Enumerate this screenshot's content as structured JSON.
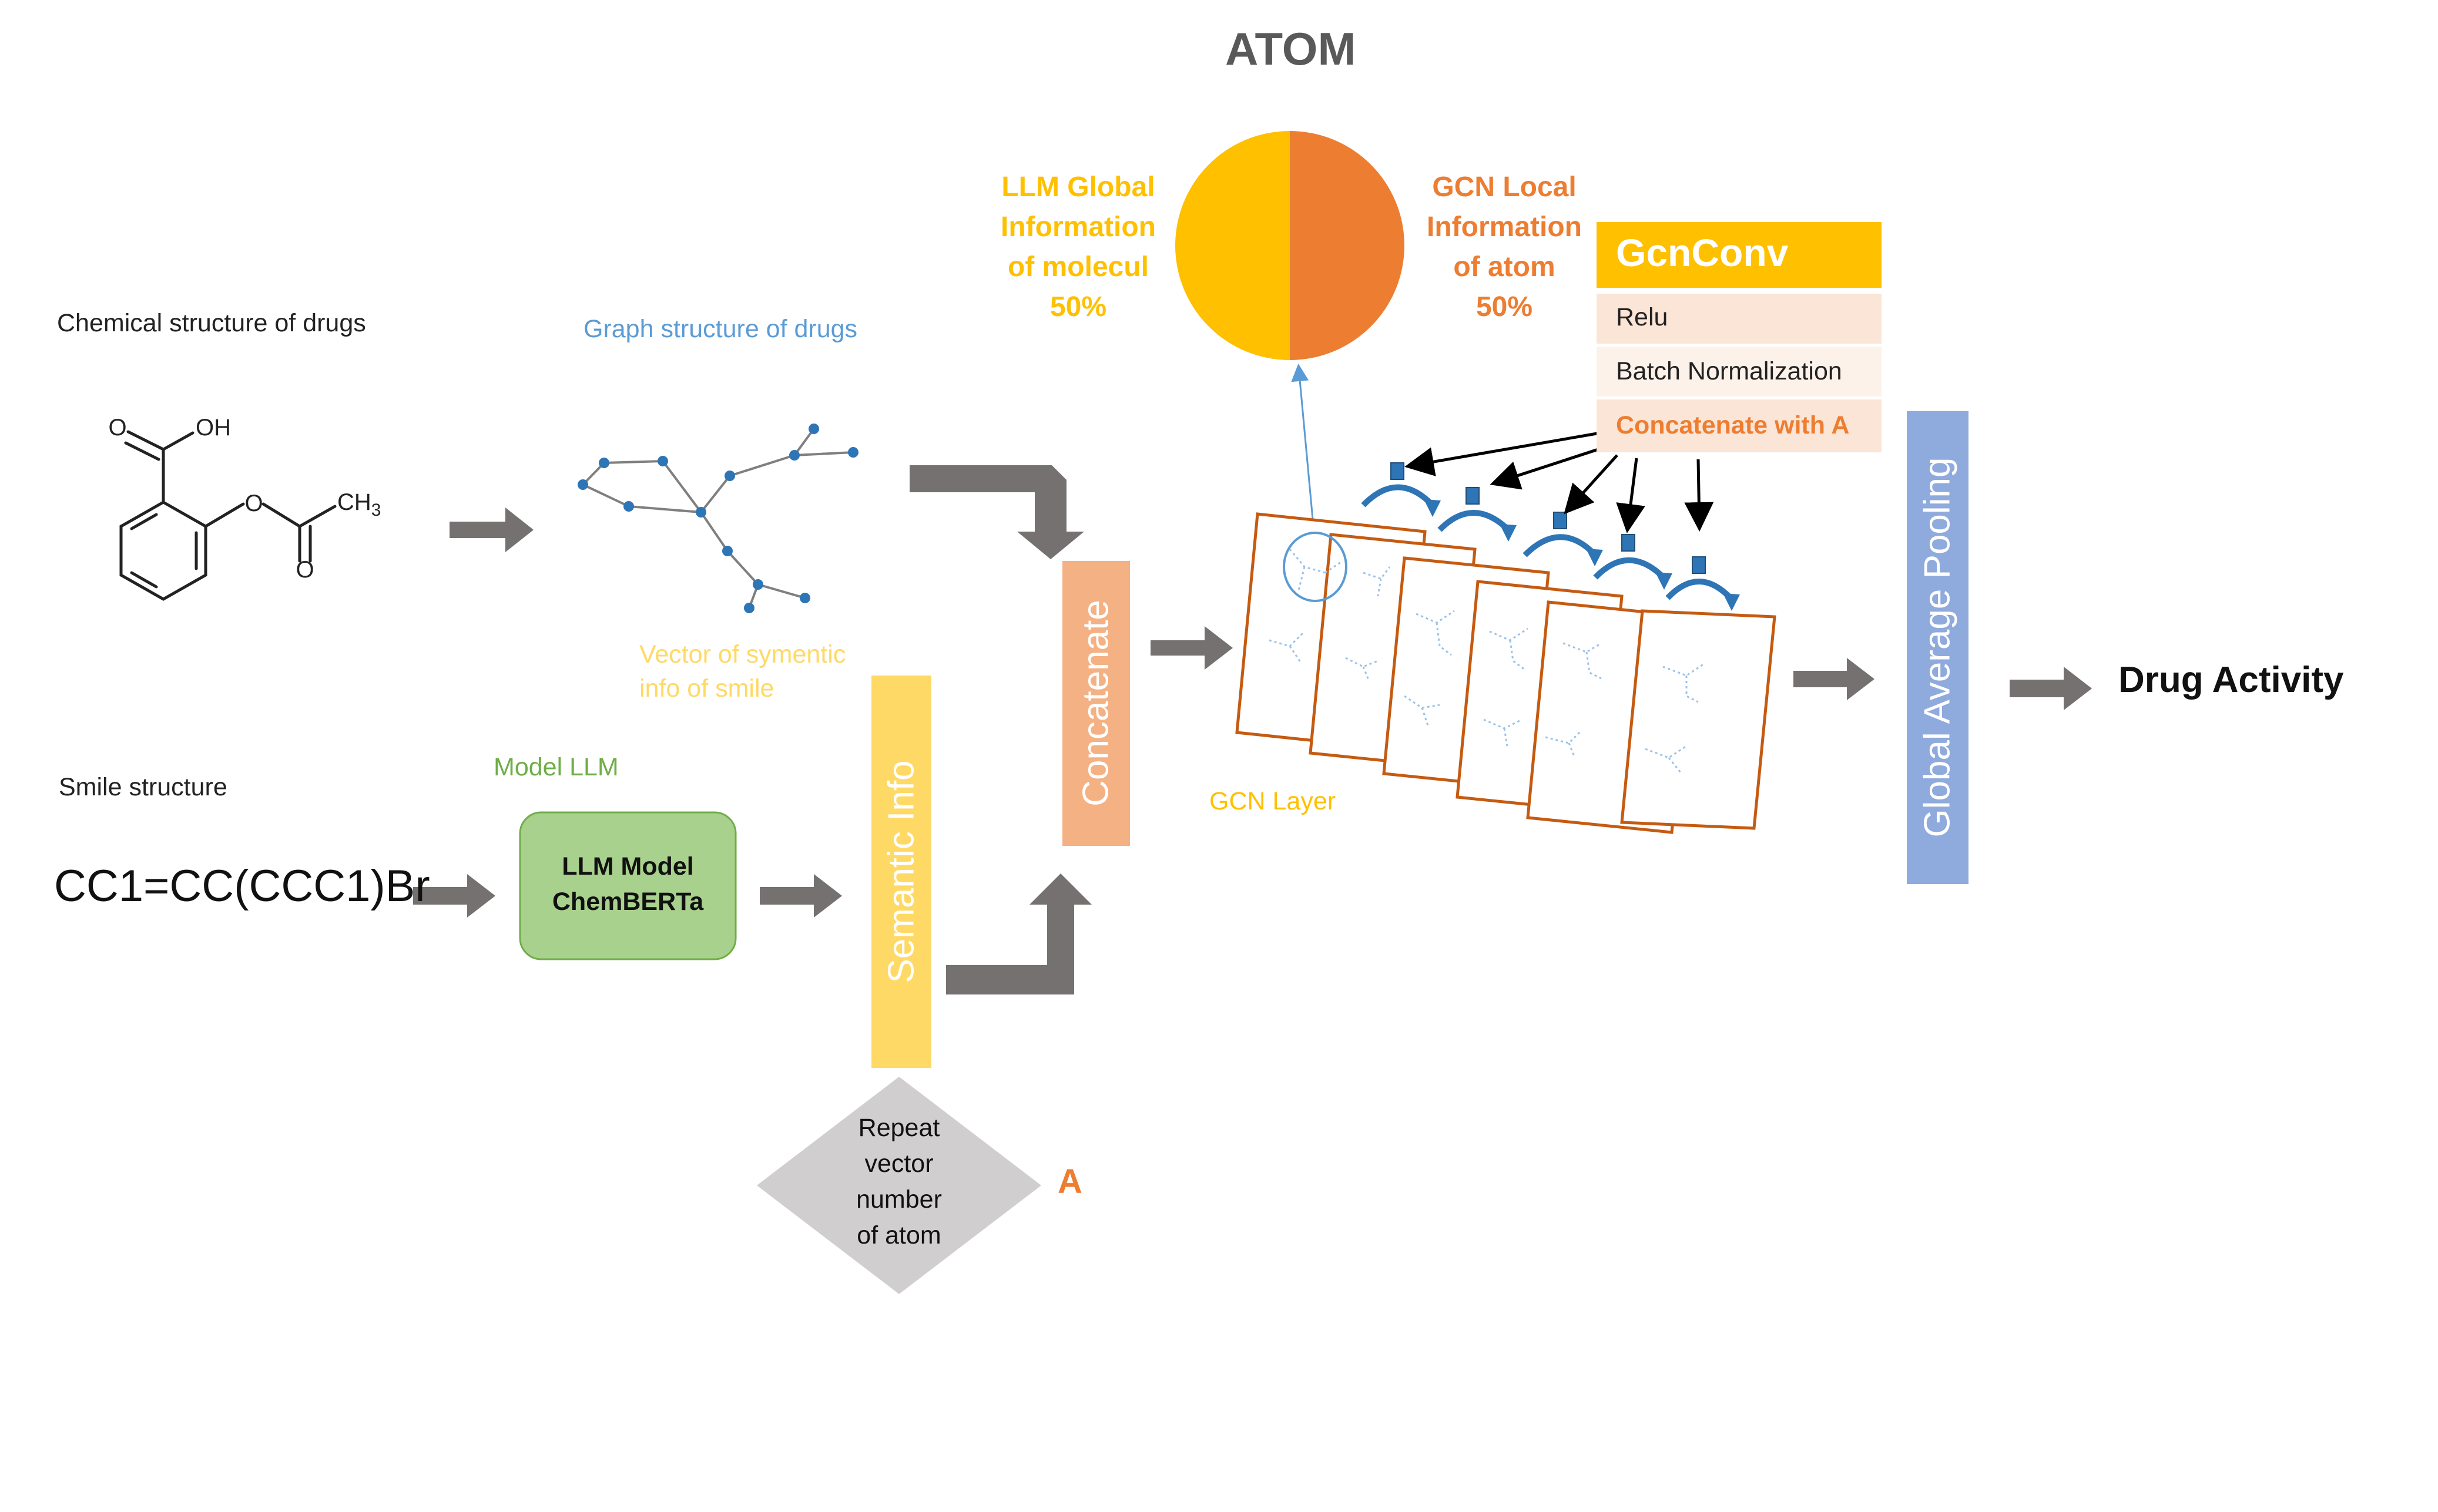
{
  "title": "ATOM",
  "left": {
    "chem_label": "Chemical structure of drugs",
    "graph_label": "Graph structure of drugs",
    "smile_label": "Smile structure",
    "smile_string": "CC1=CC(CCC1)Br",
    "model_label": "Model LLM",
    "vector_label": "Vector of symentic\ninfo of smile",
    "molecule": {
      "o1": "O",
      "oh": "OH",
      "o2": "O",
      "ch": "CH",
      "ch_sub": "3",
      "o3": "O"
    }
  },
  "blocks": {
    "llm_box": "LLM Model\nChemBERTa",
    "semantic": "Semantic Info",
    "concatenate": "Concatenate",
    "repeat": "Repeat\nvector\nnumber\nof atom",
    "repeat_tag": "A",
    "gcn_layer": "GCN Layer",
    "pooling": "Global Average Pooling",
    "output": "Drug Activity"
  },
  "pie": {
    "left_text": "LLM Global\nInformation\nof molecul\n50%",
    "right_text": "GCN Local\nInformation\nof atom\n50%",
    "slices": [
      {
        "label": "LLM Global Information of molecul",
        "value": 50,
        "color": "#FFC000"
      },
      {
        "label": "GCN Local Information of atom",
        "value": 50,
        "color": "#ED7D31"
      }
    ]
  },
  "gcnconv": {
    "title": "GcnConv",
    "rows": [
      "Relu",
      "Batch Normalization",
      "Concatenate with A"
    ]
  },
  "colors": {
    "arrow_gray": "#757171",
    "yellow": "#FFD966",
    "orange": "#ED7D31",
    "salmon": "#F4B183",
    "green_box": "#A9D18E",
    "green_text": "#70AD47",
    "blue_text": "#5B9BD5",
    "pooling": "#8FAADC",
    "diamond": "#D0CECE",
    "layer_border": "#C55A11",
    "gold": "#FFC000",
    "peach": "#FBE5D6",
    "peach_light": "#FDF2EA"
  }
}
